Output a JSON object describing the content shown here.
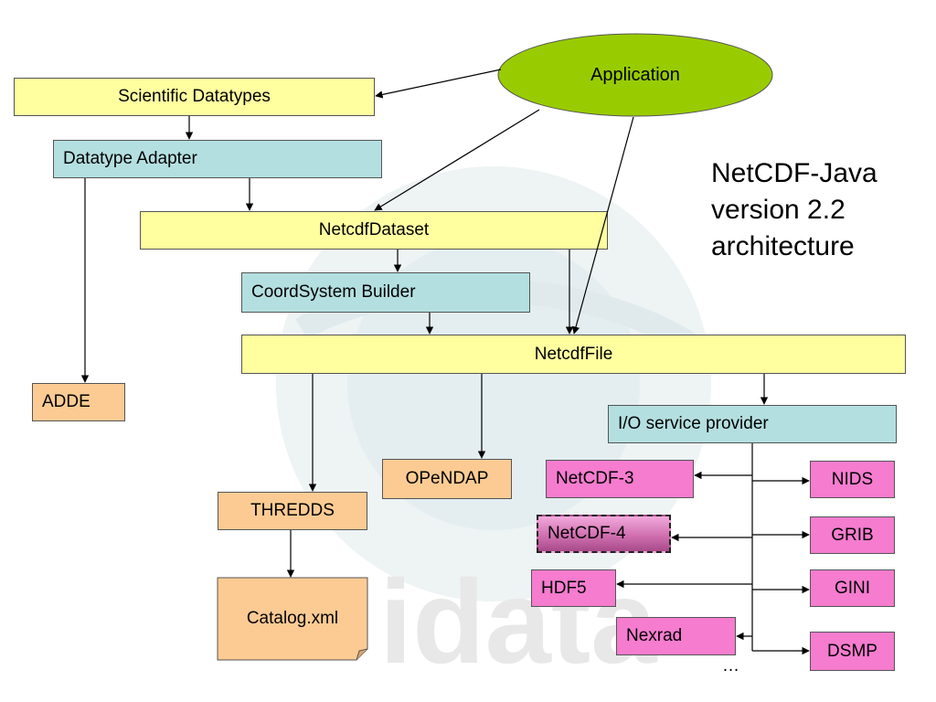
{
  "title_lines": [
    "NetCDF-Java",
    "version 2.2",
    "architecture"
  ],
  "watermark_text": "idata",
  "nodes": {
    "application": "Application",
    "scientific_datatypes": "Scientific Datatypes",
    "datatype_adapter": "Datatype Adapter",
    "netcdf_dataset": "NetcdfDataset",
    "coordsystem_builder": "CoordSystem Builder",
    "netcdf_file": "NetcdfFile",
    "adde": "ADDE",
    "io_service_provider": "I/O service provider",
    "opendap": "OPeNDAP",
    "thredds": "THREDDS",
    "catalog_xml": "Catalog.xml",
    "netcdf3": "NetCDF-3",
    "netcdf4": "NetCDF-4",
    "hdf5": "HDF5",
    "nexrad": "Nexrad",
    "nids": "NIDS",
    "grib": "GRIB",
    "gini": "GINI",
    "dsmp": "DSMP",
    "ellipsis": "…"
  },
  "colors": {
    "application": "#99cc00",
    "yellow_box": "#ffffa0",
    "cyan_box": "#b4dfe0",
    "peach_box": "#fccb93",
    "pink_box": "#f57ccf",
    "netcdf4_box": "#d070b0",
    "watermark": "#d6e4e6"
  }
}
